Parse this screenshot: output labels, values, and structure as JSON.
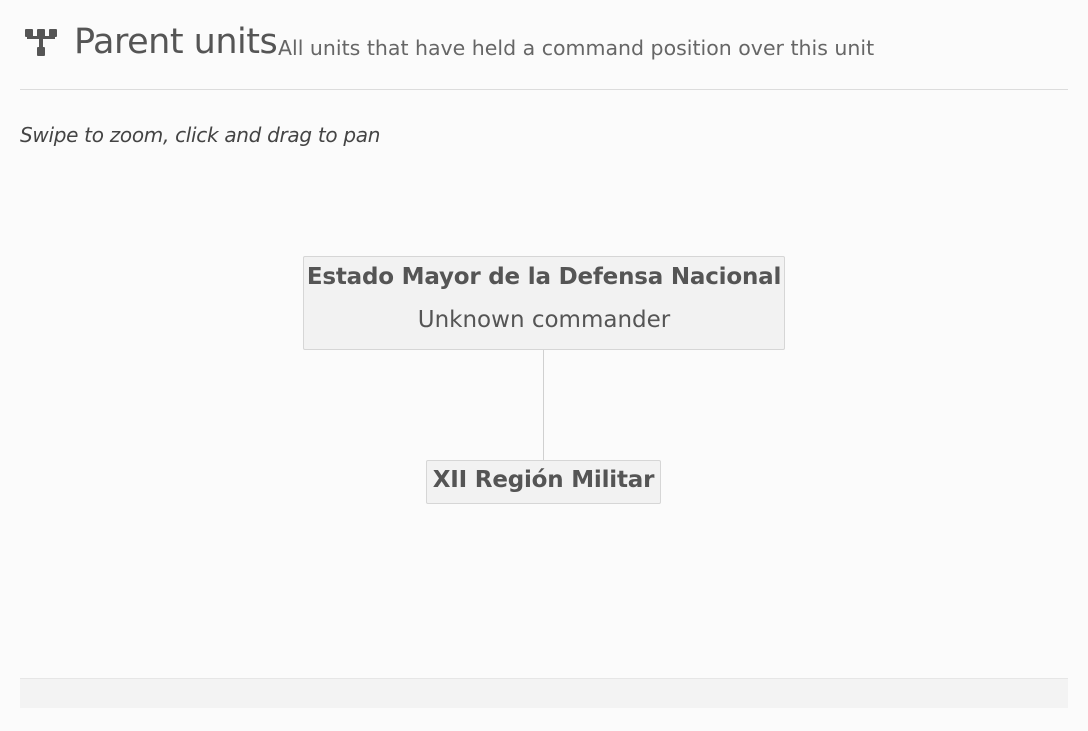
{
  "header": {
    "icon": "sitemap-icon",
    "title": "Parent units",
    "subtitle": "All units that have held a command position over this unit"
  },
  "hint": "Swipe to zoom, click and drag to pan",
  "tree": {
    "parent": {
      "name": "Estado Mayor de la Defensa Nacional",
      "commander": "Unknown commander"
    },
    "child": {
      "name": "XII Región Militar"
    }
  },
  "colors": {
    "background": "#fbfbfb",
    "node_fill": "#f2f2f2",
    "node_border": "#d6d6d6",
    "text": "#555555",
    "connector": "#d0d0d0"
  }
}
